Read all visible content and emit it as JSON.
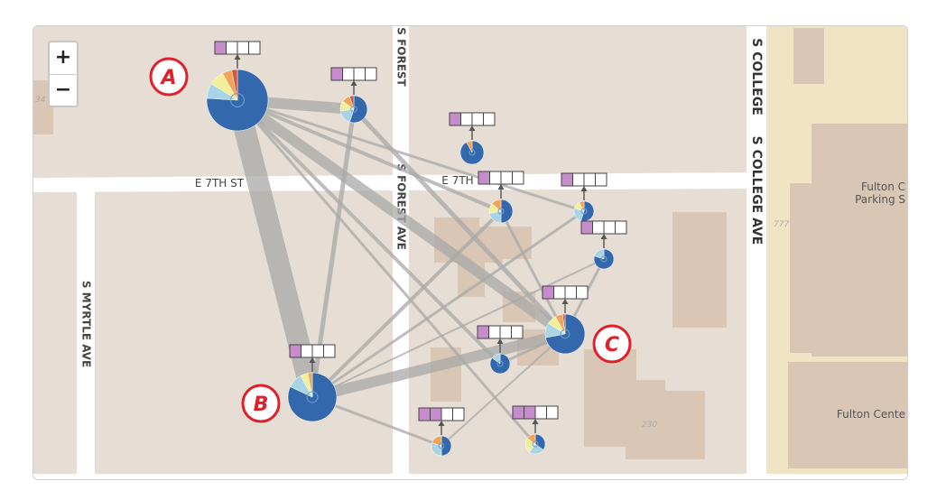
{
  "zoom": {
    "in_label": "+",
    "out_label": "−"
  },
  "streets": {
    "e7th_west": "E 7TH ST",
    "e7th_east": "E 7TH",
    "forest_top": "S FOREST",
    "forest_mid": "S FOREST AVE",
    "college_top": "S COLLEGE",
    "college_mid": "S COLLEGE AVE",
    "myrtle": "S MYRTLE AVE"
  },
  "places": {
    "fulton_parking_1": "Fulton C",
    "fulton_parking_2": "Parking S",
    "fulton_center": "Fulton Cente",
    "addr_777": "777",
    "addr_230": "230",
    "addr_34": "34"
  },
  "callouts": {
    "a": "A",
    "b": "B",
    "c": "C"
  },
  "colors": {
    "road": "#ffffff",
    "parcel": "#e6ddd4",
    "building": "#d9c6b4",
    "campus": "#f1e4c4",
    "edge": "#a8a8a8",
    "node_main": "#3468ad",
    "slice_lightblue": "#a9d4e6",
    "slice_yellow": "#f1ef9a",
    "slice_orange": "#f0a55c",
    "slice_red": "#d35a3f",
    "histogram_purple": "#c78ccc",
    "callout_red": "#e0202a"
  }
}
